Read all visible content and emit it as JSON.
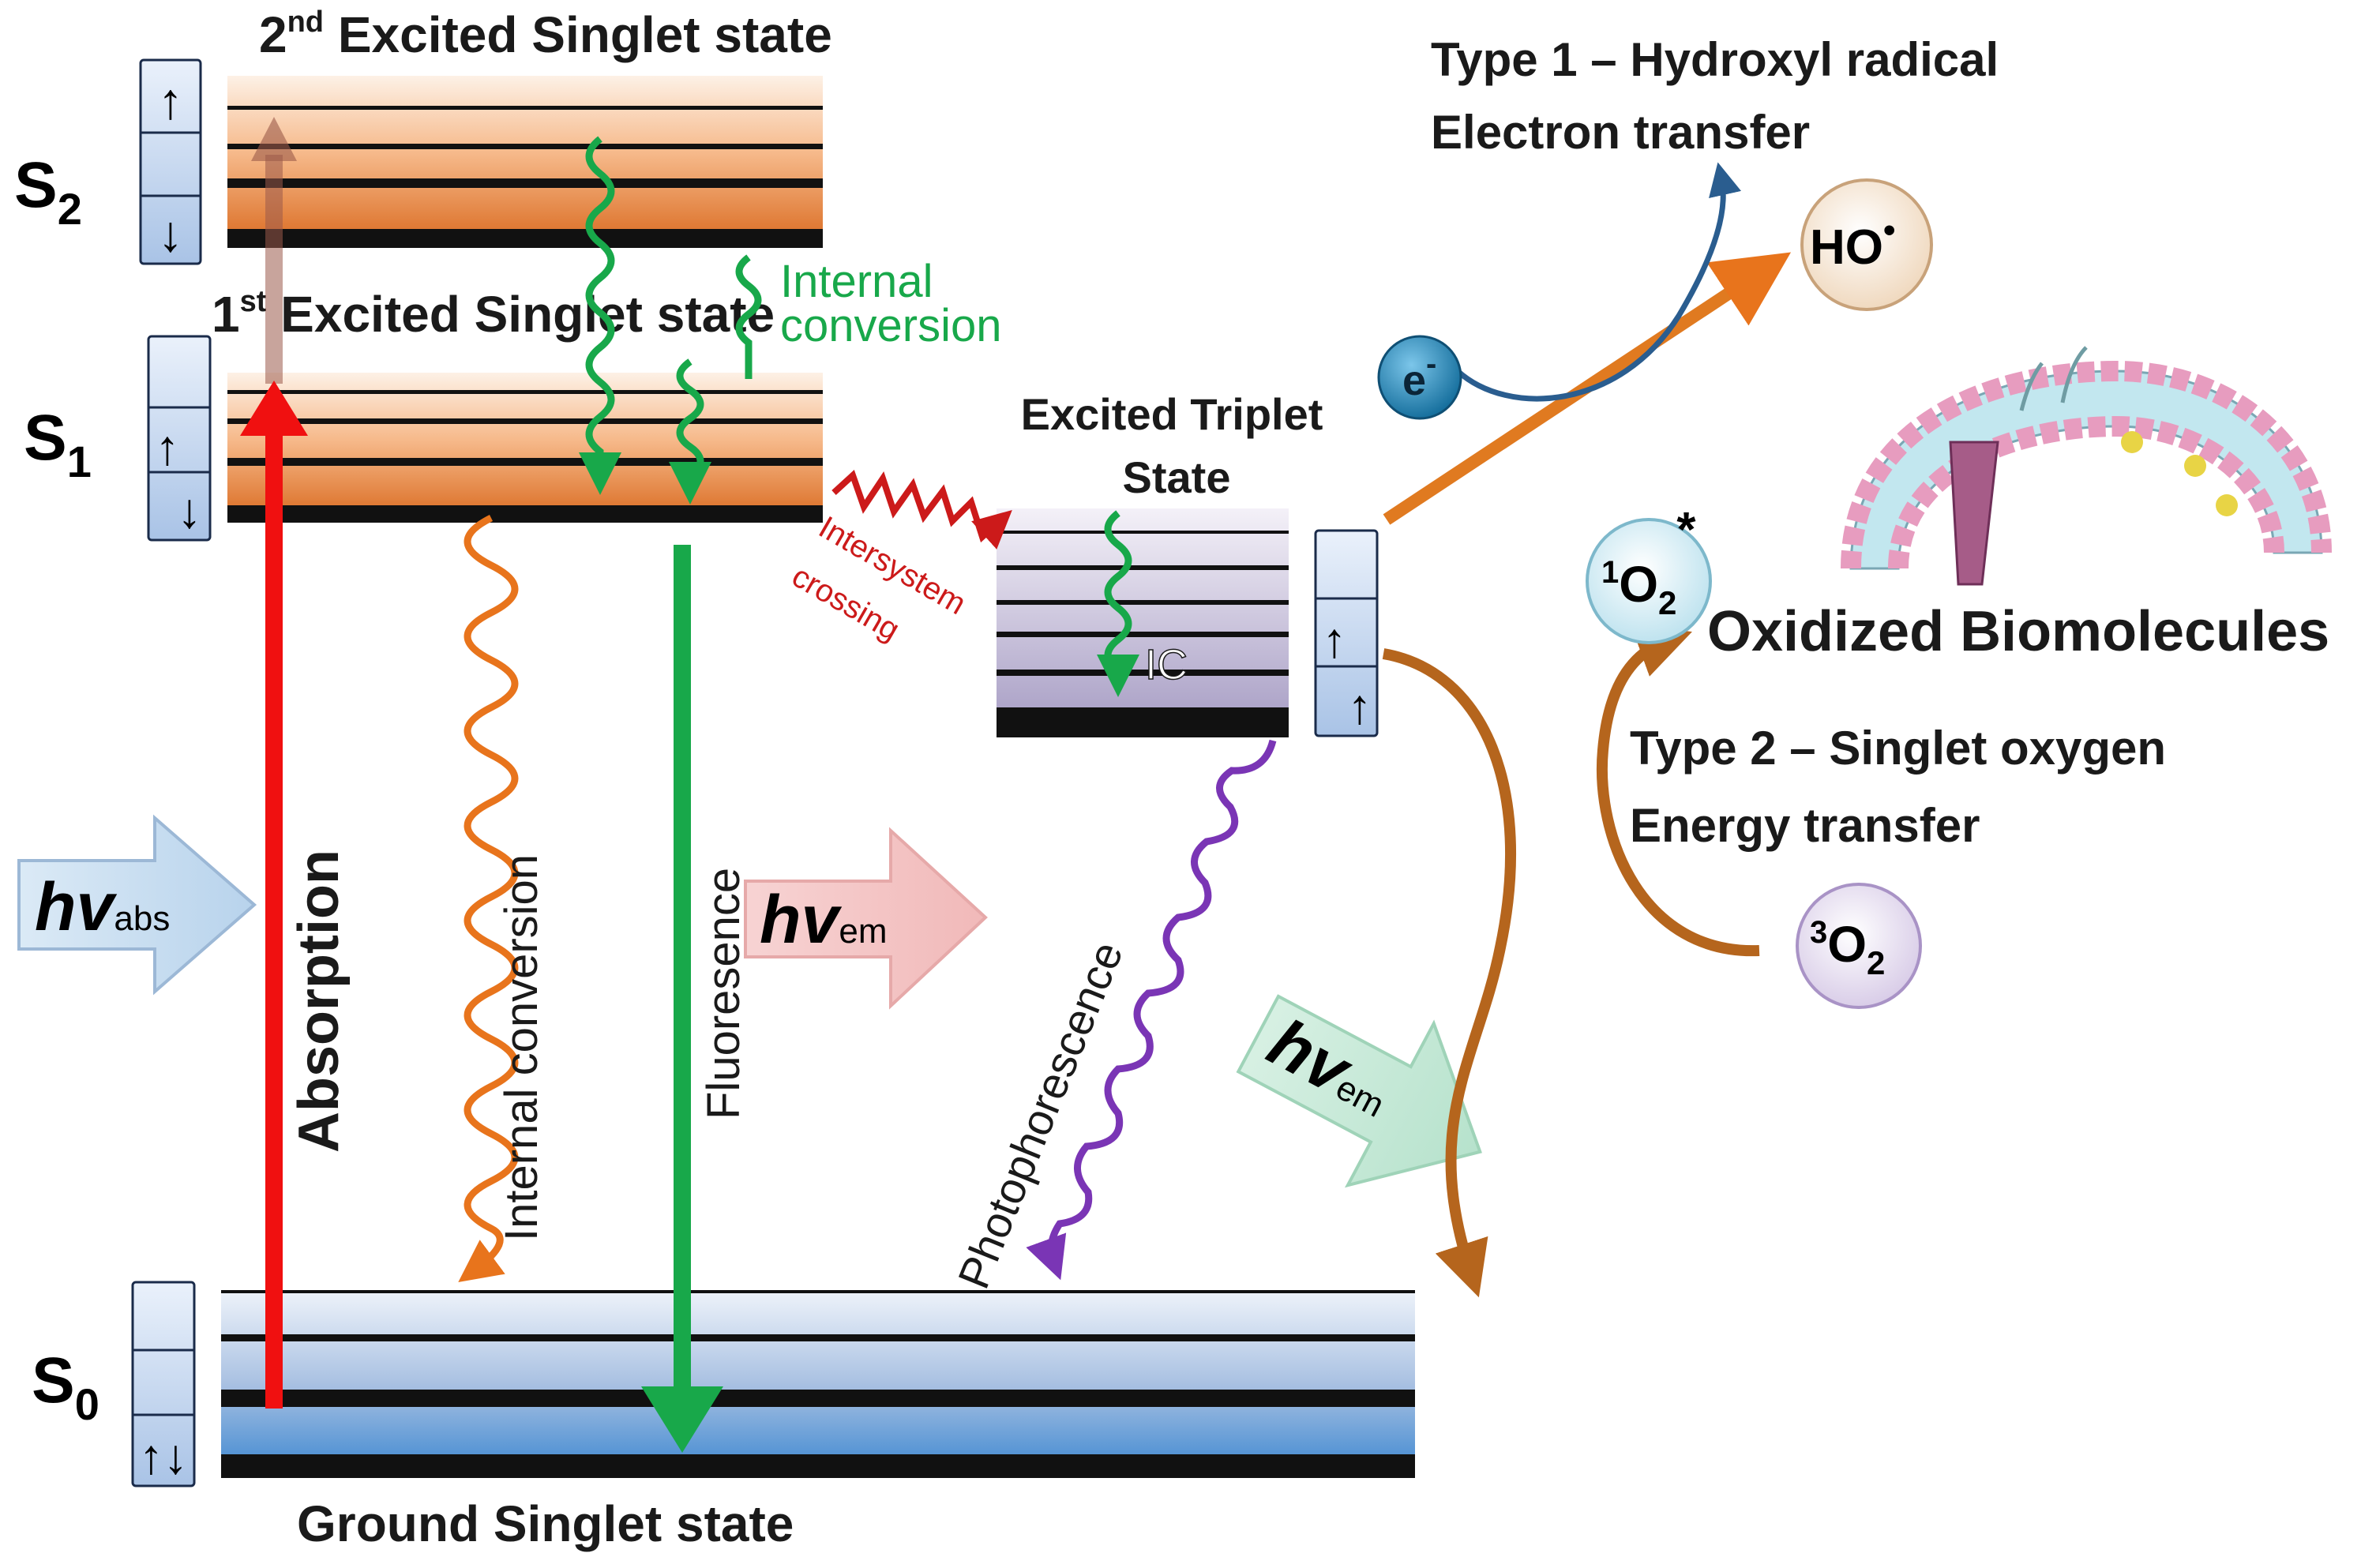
{
  "levels": {
    "s2": {
      "symbol": "S",
      "sub": "2",
      "title_pre": "2",
      "title_sup": "nd",
      "title_post": " Excited Singlet state"
    },
    "s1": {
      "symbol": "S",
      "sub": "1",
      "title_pre": "1",
      "title_sup": "st",
      "title_post": " Excited Singlet state"
    },
    "s0": {
      "symbol": "S",
      "sub": "0",
      "title": "Ground Singlet state"
    },
    "triplet": {
      "title_line1": "Excited Triplet",
      "title_line2": "State"
    }
  },
  "spins": {
    "up": "↑",
    "down": "↓",
    "pair": "↑↓"
  },
  "processes": {
    "absorption": "Absorption",
    "internal_conversion_top_line1": "Internal",
    "internal_conversion_top_line2": "conversion",
    "internal_conversion_vertical": "Internal conversion",
    "fluorescence": "Fluoresence",
    "intersystem_line1": "Intersystem",
    "intersystem_line2": "crossing",
    "ic": "IC",
    "phosphorescence": "Photophorescence"
  },
  "photons": {
    "abs": {
      "main": "hv",
      "sub": "abs"
    },
    "em1": {
      "main": "hv",
      "sub": "em"
    },
    "em2": {
      "main": "hv",
      "sub": "em"
    }
  },
  "reactions": {
    "type1_line1": "Type 1 – Hydroxyl radical",
    "type1_line2": "Electron transfer",
    "type2_line1": "Type 2 – Singlet oxygen",
    "type2_line2": "Energy transfer",
    "oxidized": "Oxidized Biomolecules"
  },
  "species": {
    "hydroxyl": {
      "main": "HO",
      "sup": "•"
    },
    "electron": {
      "main": "e",
      "sup": "-"
    },
    "singlet_oxygen": {
      "pre": "1",
      "main": "O",
      "sub": "2",
      "star": "*"
    },
    "triplet_oxygen": {
      "pre": "3",
      "main": "O",
      "sub": "2"
    }
  },
  "colors": {
    "absorption": "#f01010",
    "fluorescence": "#18a84a",
    "internal_conversion": "#e8741c",
    "intersystem": "#cc1a1a",
    "phosphorescence": "#7a35b5",
    "reaction_arrow": "#b5651d",
    "type1_arrow": "#e07a20",
    "electron_path": "#2a5d8f"
  }
}
